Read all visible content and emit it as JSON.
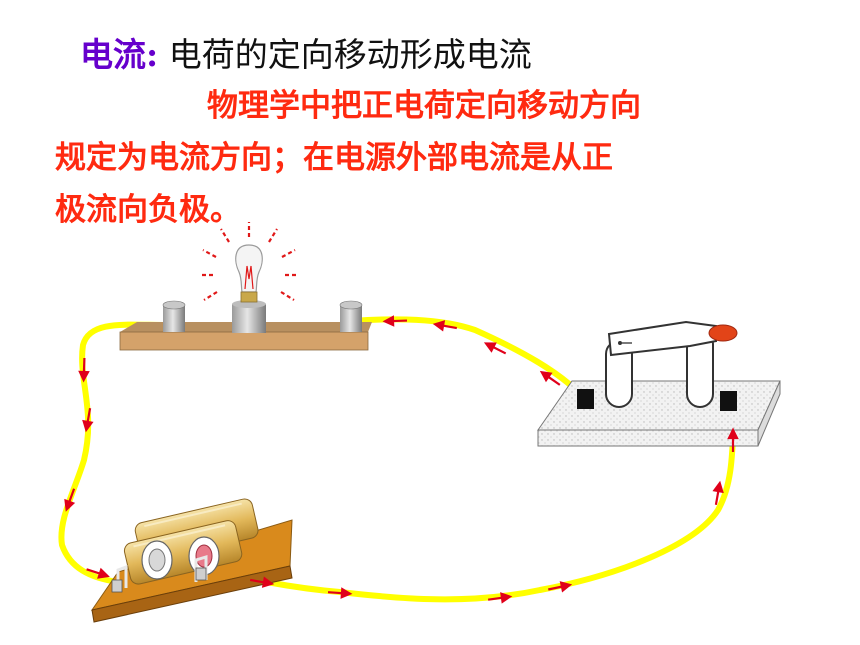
{
  "title": {
    "term": "电流:",
    "definition": "电荷的定向移动形成电流"
  },
  "rule": {
    "line1": "物理学中把正电荷定向移动方向",
    "line2": "规定为电流方向；在电源外部电流是从正",
    "line3": "极流向负极。"
  },
  "colors": {
    "term": "#6600cc",
    "rule_text": "#ff2a10",
    "wire": "#ffff00",
    "arrow": "#e0001a",
    "board_wood": "#d4a26a",
    "battery_base": "#d98a1c",
    "battery_cell": "#e8c870"
  },
  "icons": [
    "light-bulb-icon",
    "switch-icon",
    "battery-icon",
    "arrow-icon"
  ]
}
